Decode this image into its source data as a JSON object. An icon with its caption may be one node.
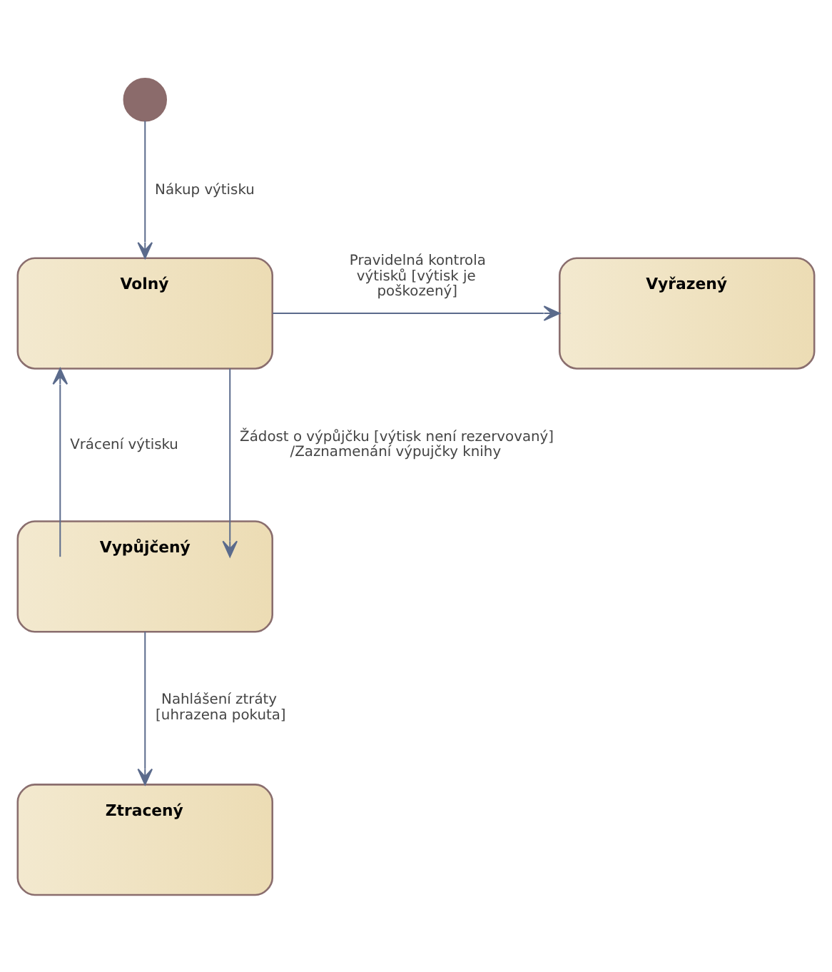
{
  "diagram": {
    "nodes": [
      {
        "text": [],
        "shape": "circle"
      },
      {
        "text": [
          "Volný"
        ]
      },
      {
        "text": [
          "Vyřazený"
        ]
      },
      {
        "text": [
          "Vypůjčený"
        ]
      },
      {
        "text": [
          "Ztracený"
        ]
      }
    ],
    "edges": [
      {
        "from": 0,
        "to": 1,
        "arrow": "to",
        "label": "Nákup výtisku"
      },
      {
        "from": 1,
        "to": 2,
        "arrow": "to",
        "label": "Pravidelná kontrola výtisků [výtisk je poškozený]"
      },
      {
        "from": 1,
        "to": 3,
        "arrow": "to",
        "label": "Žádost o výpůjčku [výtisk není rezervovaný] /Zaznamenání výpujčky knihy"
      },
      {
        "from": 3,
        "to": 1,
        "arrow": "to",
        "label": "Vrácení výtisku"
      },
      {
        "from": 3,
        "to": 4,
        "arrow": "to",
        "label": "Nahlášení ztráty [uhrazena pokuta]"
      }
    ]
  }
}
